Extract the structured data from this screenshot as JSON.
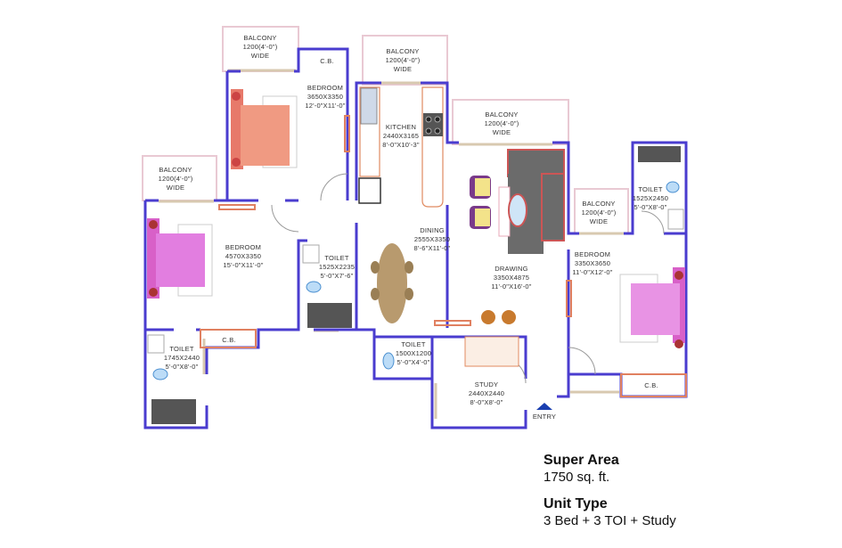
{
  "colors": {
    "wall": "#4a3ccf",
    "balcony_outline": "#e9c9d3",
    "bed_pink": "#e070d8",
    "bed_salmon": "#f08a70",
    "sofa": "#6b6b6b",
    "dining_table": "#b89a6e",
    "entry_arrow": "#1a3fb0"
  },
  "rooms": [
    {
      "id": "balcony-bedroom1",
      "name": "BALCONY",
      "size_mm": "1200(4'-0\")",
      "size_ft": "WIDE"
    },
    {
      "id": "cb-bedroom1",
      "name": "C.B."
    },
    {
      "id": "bedroom1",
      "name": "BEDROOM",
      "size_mm": "3650X3350",
      "size_ft": "12'-0\"X11'-0\""
    },
    {
      "id": "balcony-kitchen",
      "name": "BALCONY",
      "size_mm": "1200(4'-0\")",
      "size_ft": "WIDE"
    },
    {
      "id": "kitchen",
      "name": "KITCHEN",
      "size_mm": "2440X3165",
      "size_ft": "8'-0\"X10'-3\""
    },
    {
      "id": "balcony-drawing",
      "name": "BALCONY",
      "size_mm": "1200(4'-0\")",
      "size_ft": "WIDE"
    },
    {
      "id": "balcony-bedroom2",
      "name": "BALCONY",
      "size_mm": "1200(4'-0\")",
      "size_ft": "WIDE"
    },
    {
      "id": "bedroom2",
      "name": "BEDROOM",
      "size_mm": "4570X3350",
      "size_ft": "15'-0\"X11'-0\""
    },
    {
      "id": "toilet-middle",
      "name": "TOILET",
      "size_mm": "1525X2235",
      "size_ft": "5'-0\"X7'-6\""
    },
    {
      "id": "dining",
      "name": "DINING",
      "size_mm": "2555X3350",
      "size_ft": "8'-6\"X11'-0\""
    },
    {
      "id": "drawing",
      "name": "DRAWING",
      "size_mm": "3350X4875",
      "size_ft": "11'-0\"X16'-0\""
    },
    {
      "id": "toilet-right",
      "name": "TOILET",
      "size_mm": "1525X2450",
      "size_ft": "5'-0\"X8'-0\""
    },
    {
      "id": "balcony-bedroom3",
      "name": "BALCONY",
      "size_mm": "1200(4'-0\")",
      "size_ft": "WIDE"
    },
    {
      "id": "bedroom3",
      "name": "BEDROOM",
      "size_mm": "3350X3650",
      "size_ft": "11'-0\"X12'-0\""
    },
    {
      "id": "cb-bedroom2",
      "name": "C.B."
    },
    {
      "id": "toilet-left",
      "name": "TOILET",
      "size_mm": "1745X2440",
      "size_ft": "5'-0\"X8'-0\""
    },
    {
      "id": "toilet-bottom",
      "name": "TOILET",
      "size_mm": "1500X1200",
      "size_ft": "5'-0\"X4'-0\""
    },
    {
      "id": "study",
      "name": "STUDY",
      "size_mm": "2440X2440",
      "size_ft": "8'-0\"X8'-0\""
    },
    {
      "id": "cb-bedroom3",
      "name": "C.B."
    }
  ],
  "entry_label": "ENTRY",
  "info": {
    "super_area_label": "Super Area",
    "super_area_value": "1750 sq. ft.",
    "unit_type_label": "Unit Type",
    "unit_type_value": "3 Bed + 3 TOI + Study"
  }
}
